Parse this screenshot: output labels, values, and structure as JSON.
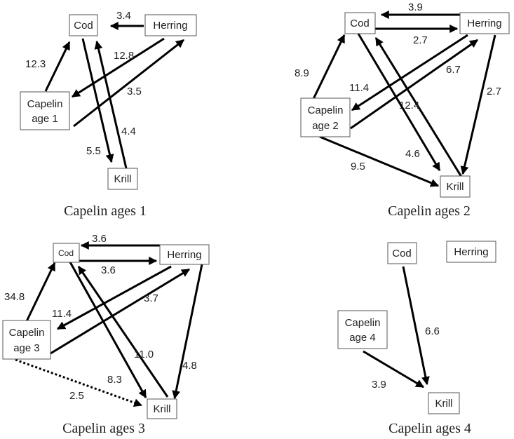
{
  "nodes": {
    "cod": "Cod",
    "herring": "Herring",
    "krill": "Krill"
  },
  "panels": [
    {
      "caption": "Capelin ages 1",
      "capelin_line1": "Capelin",
      "capelin_line2": "age 1",
      "edges": [
        {
          "from": "herring",
          "to": "cod",
          "value": "3.4"
        },
        {
          "from": "capelin",
          "to": "cod",
          "value": "12.3"
        },
        {
          "from": "herring",
          "to": "capelin",
          "value": "12.8"
        },
        {
          "from": "capelin",
          "to": "herring",
          "value": "3.5"
        },
        {
          "from": "krill",
          "to": "cod",
          "value": "4.4"
        },
        {
          "from": "cod",
          "to": "krill",
          "value": "5.5"
        }
      ]
    },
    {
      "caption": "Capelin ages 2",
      "capelin_line1": "Capelin",
      "capelin_line2": "age 2",
      "edges": [
        {
          "from": "herring",
          "to": "cod",
          "value": "3.9"
        },
        {
          "from": "cod",
          "to": "herring",
          "value": "2.7"
        },
        {
          "from": "capelin",
          "to": "cod",
          "value": "8.9"
        },
        {
          "from": "capelin",
          "to": "herring",
          "value": "6.7"
        },
        {
          "from": "herring",
          "to": "capelin",
          "value": "11.4"
        },
        {
          "from": "krill",
          "to": "cod",
          "value": "12.4"
        },
        {
          "from": "herring",
          "to": "krill",
          "value": "2.7"
        },
        {
          "from": "cod",
          "to": "krill",
          "value": "4.6"
        },
        {
          "from": "capelin",
          "to": "krill",
          "value": "9.5"
        }
      ]
    },
    {
      "caption": "Capelin ages 3",
      "capelin_line1": "Capelin",
      "capelin_line2": "age 3",
      "edges": [
        {
          "from": "herring",
          "to": "cod",
          "value": "3.6"
        },
        {
          "from": "cod",
          "to": "herring",
          "value": "3.6"
        },
        {
          "from": "capelin",
          "to": "cod",
          "value": "34.8"
        },
        {
          "from": "herring",
          "to": "capelin",
          "value": "11.4"
        },
        {
          "from": "capelin",
          "to": "herring",
          "value": "3.7"
        },
        {
          "from": "krill",
          "to": "cod",
          "value": "11.0"
        },
        {
          "from": "herring",
          "to": "krill",
          "value": "4.8"
        },
        {
          "from": "cod",
          "to": "krill",
          "value": "8.3"
        },
        {
          "from": "capelin",
          "to": "krill",
          "value": "2.5",
          "style": "dotted"
        }
      ]
    },
    {
      "caption": "Capelin ages 4",
      "capelin_line1": "Capelin",
      "capelin_line2": "age 4",
      "edges": [
        {
          "from": "cod",
          "to": "krill",
          "value": "6.6"
        },
        {
          "from": "capelin",
          "to": "krill",
          "value": "3.9"
        }
      ]
    }
  ]
}
